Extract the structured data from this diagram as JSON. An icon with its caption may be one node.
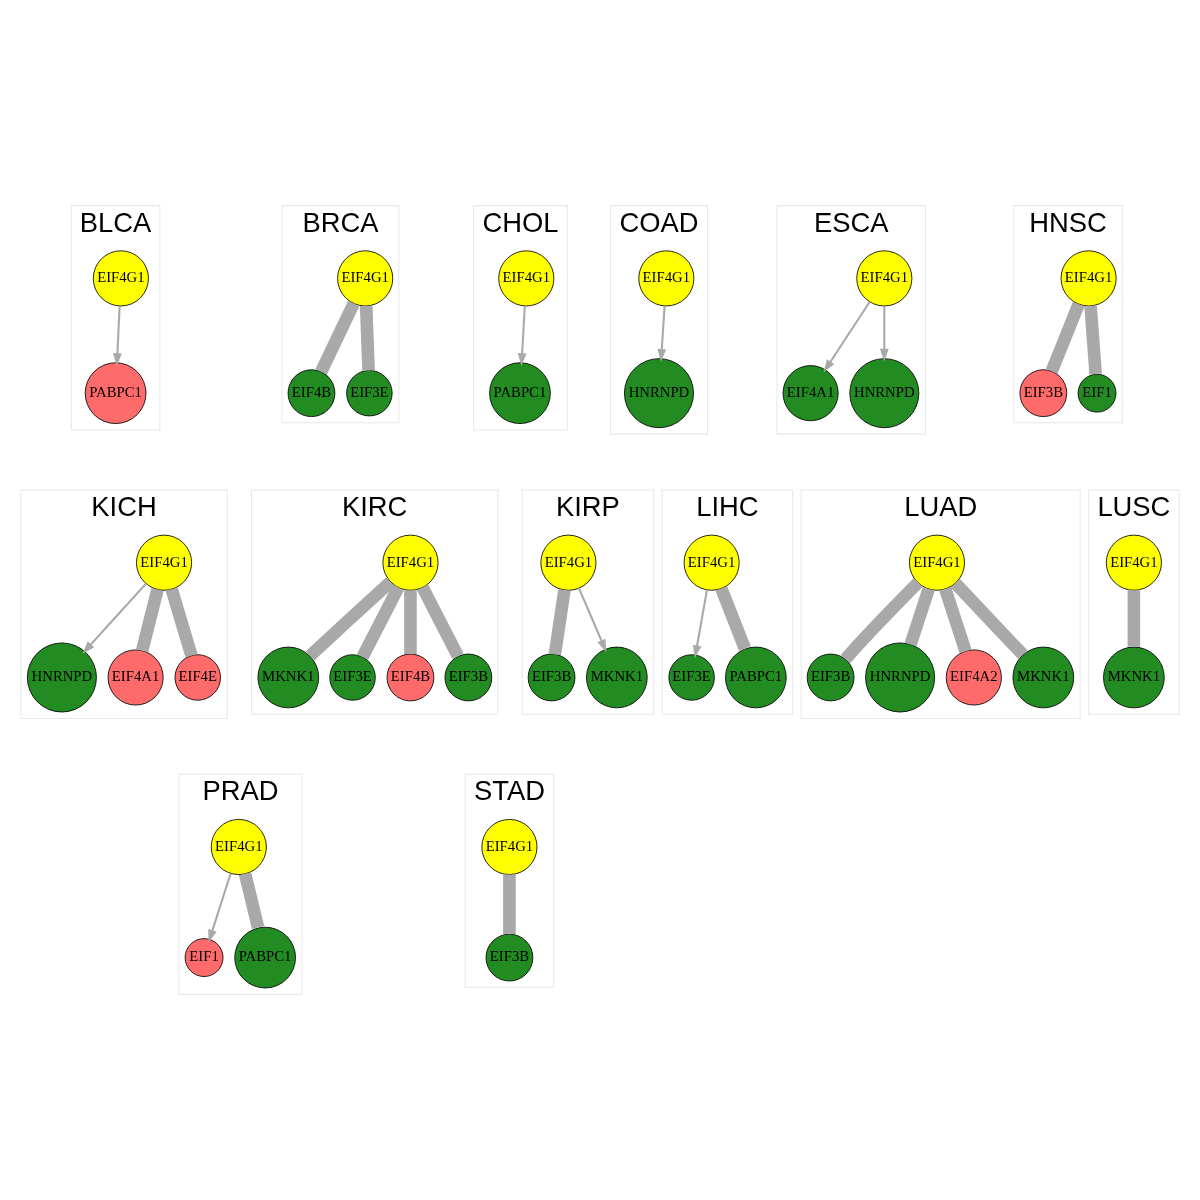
{
  "diagram": {
    "nodes": [
      {
        "text": [
          "BLCA"
        ]
      },
      {
        "text": [
          "EIF4G1"
        ],
        "in": 0
      },
      {
        "text": [
          "PABPC1"
        ],
        "in": 0
      },
      {
        "text": [
          "BRCA"
        ]
      },
      {
        "text": [
          "EIF4B"
        ],
        "in": 3
      },
      {
        "text": [
          "EIF4G1"
        ],
        "in": 3
      },
      {
        "text": [
          "EIF3E"
        ],
        "in": 3
      },
      {
        "text": [
          "CHOL"
        ]
      },
      {
        "text": [
          "PABPC1"
        ],
        "in": 7
      },
      {
        "text": [
          "EIF4G1"
        ],
        "in": 7
      },
      {
        "text": [
          "COAD"
        ]
      },
      {
        "text": [
          "HNRNPD"
        ],
        "in": 10
      },
      {
        "text": [
          "EIF4G1"
        ],
        "in": 10
      },
      {
        "text": [
          "ESCA"
        ]
      },
      {
        "text": [
          "EIF4A1"
        ],
        "in": 13
      },
      {
        "text": [
          "EIF4G1"
        ],
        "in": 13
      },
      {
        "text": [
          "HNRNPD"
        ],
        "in": 13
      },
      {
        "text": [
          "HNSC"
        ]
      },
      {
        "text": [
          "EIF3B"
        ],
        "in": 17
      },
      {
        "text": [
          "EIF4G1"
        ],
        "in": 17
      },
      {
        "text": [
          "EIF1"
        ],
        "in": 17
      },
      {
        "text": [
          "KICH"
        ]
      },
      {
        "text": [
          "HNRNPD"
        ],
        "in": 21
      },
      {
        "text": [
          "EIF4A1"
        ],
        "in": 21
      },
      {
        "text": [
          "EIF4G1"
        ],
        "in": 21
      },
      {
        "text": [
          "EIF4E"
        ],
        "in": 21
      },
      {
        "text": [
          "KIRC"
        ]
      },
      {
        "text": [
          "MKNK1"
        ],
        "in": 26
      },
      {
        "text": [
          "EIF3E"
        ],
        "in": 26
      },
      {
        "text": [
          "EIF4G1"
        ],
        "in": 26
      },
      {
        "text": [
          "EIF4B"
        ],
        "in": 26
      },
      {
        "text": [
          "EIF3B"
        ],
        "in": 26
      },
      {
        "text": [
          "KIRP"
        ]
      },
      {
        "text": [
          "EIF3B"
        ],
        "in": 32
      },
      {
        "text": [
          "EIF4G1"
        ],
        "in": 32
      },
      {
        "text": [
          "MKNK1"
        ],
        "in": 32
      },
      {
        "text": [
          "LIHC"
        ]
      },
      {
        "text": [
          "EIF3E"
        ],
        "in": 36
      },
      {
        "text": [
          "EIF4G1"
        ],
        "in": 36
      },
      {
        "text": [
          "PABPC1"
        ],
        "in": 36
      },
      {
        "text": [
          "LUAD"
        ]
      },
      {
        "text": [
          "EIF3B"
        ],
        "in": 40
      },
      {
        "text": [
          "HNRNPD"
        ],
        "in": 40
      },
      {
        "text": [
          "EIF4G1"
        ],
        "in": 40
      },
      {
        "text": [
          "EIF4A2"
        ],
        "in": 40
      },
      {
        "text": [
          "MKNK1"
        ],
        "in": 40
      },
      {
        "text": [
          "LUSC"
        ]
      },
      {
        "text": [
          "MKNK1"
        ],
        "in": 46
      },
      {
        "text": [
          "EIF4G1"
        ],
        "in": 46
      },
      {
        "text": [
          "PRAD"
        ]
      },
      {
        "text": [
          "EIF1"
        ],
        "in": 49
      },
      {
        "text": [
          "EIF4G1"
        ],
        "in": 49
      },
      {
        "text": [
          "PABPC1"
        ],
        "in": 49
      },
      {
        "text": [
          "STAD"
        ]
      },
      {
        "text": [
          "EIF3B"
        ],
        "in": 53
      },
      {
        "text": [
          "EIF4G1"
        ],
        "in": 53
      }
    ],
    "edges": [
      {
        "from": 1,
        "to": 2,
        "arrow": "to"
      },
      {
        "from": 5,
        "to": 4,
        "arrow": "none"
      },
      {
        "from": 5,
        "to": 6,
        "arrow": "none"
      },
      {
        "from": 9,
        "to": 8,
        "arrow": "to"
      },
      {
        "from": 12,
        "to": 11,
        "arrow": "to"
      },
      {
        "from": 15,
        "to": 14,
        "arrow": "to"
      },
      {
        "from": 15,
        "to": 16,
        "arrow": "to"
      },
      {
        "from": 19,
        "to": 18,
        "arrow": "none"
      },
      {
        "from": 19,
        "to": 20,
        "arrow": "none"
      },
      {
        "from": 24,
        "to": 22,
        "arrow": "to"
      },
      {
        "from": 24,
        "to": 23,
        "arrow": "none"
      },
      {
        "from": 24,
        "to": 25,
        "arrow": "none"
      },
      {
        "from": 29,
        "to": 27,
        "arrow": "none"
      },
      {
        "from": 29,
        "to": 28,
        "arrow": "none"
      },
      {
        "from": 29,
        "to": 30,
        "arrow": "none"
      },
      {
        "from": 29,
        "to": 31,
        "arrow": "none"
      },
      {
        "from": 34,
        "to": 33,
        "arrow": "none"
      },
      {
        "from": 34,
        "to": 35,
        "arrow": "to"
      },
      {
        "from": 38,
        "to": 37,
        "arrow": "to"
      },
      {
        "from": 38,
        "to": 39,
        "arrow": "none"
      },
      {
        "from": 43,
        "to": 41,
        "arrow": "none"
      },
      {
        "from": 43,
        "to": 42,
        "arrow": "none"
      },
      {
        "from": 43,
        "to": 44,
        "arrow": "none"
      },
      {
        "from": 43,
        "to": 45,
        "arrow": "none"
      },
      {
        "from": 48,
        "to": 47,
        "arrow": "none"
      },
      {
        "from": 51,
        "to": 50,
        "arrow": "to"
      },
      {
        "from": 51,
        "to": 52,
        "arrow": "none"
      },
      {
        "from": 55,
        "to": 54,
        "arrow": "none"
      }
    ]
  }
}
